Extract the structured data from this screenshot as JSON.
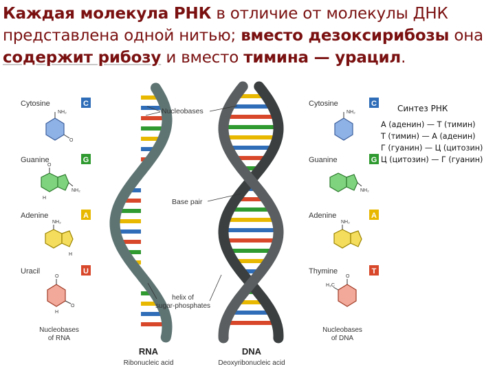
{
  "heading": {
    "p1_b": "Каждая молекула РНК",
    "p2": " в отличие от молекулы ДНК представлена одной нитью; ",
    "p3_b": "вместо дезоксирибозы",
    "p4": " она ",
    "p5_b": "содержит рибозу",
    "p6": " и вместо ",
    "p7_b": "тимина — урацил",
    "p8": "."
  },
  "left_bases": {
    "cytosine": "Cytosine",
    "guanine": "Guanine",
    "adenine": "Adenine",
    "uracil": "Uracil",
    "c": "C",
    "g": "G",
    "a": "A",
    "u": "U",
    "caption1": "Nucleobases",
    "caption2": "of RNA"
  },
  "right_bases": {
    "cytosine": "Cytosine",
    "guanine": "Guanine",
    "adenine": "Adenine",
    "thymine": "Thymine",
    "c": "C",
    "g": "G",
    "a": "A",
    "t": "T",
    "caption1": "Nucleobases",
    "caption2": "of DNA"
  },
  "annotations": {
    "nucleobases": "Nucleobases",
    "base_pair": "Base pair",
    "helix1": "helix of",
    "helix2": "sugar-phosphates"
  },
  "rna": {
    "title": "RNA",
    "subtitle": "Ribonucleic acid"
  },
  "dna": {
    "title": "DNA",
    "subtitle": "Deoxyribonucleic acid"
  },
  "chem": {
    "nh2": "NH₂",
    "n": "N",
    "h": "H",
    "o": "O",
    "h3c": "H₃C"
  },
  "synthesis": {
    "title": "Синтез РНК",
    "lines": [
      "А (аденин) — Т (тимин)",
      "Т (тимин) — А (аденин)",
      "Г (гуанин) — Ц (цитозин)",
      "Ц (цитозин) — Г (гуанин)"
    ]
  },
  "colors": {
    "cytosine": "#2f6db8",
    "guanine": "#2f9a2f",
    "adenine": "#e8b800",
    "uracil": "#d8472a",
    "thymine": "#d8472a",
    "rna_backbone": "#5e7473",
    "dna_backbone": "#3b3f40"
  }
}
